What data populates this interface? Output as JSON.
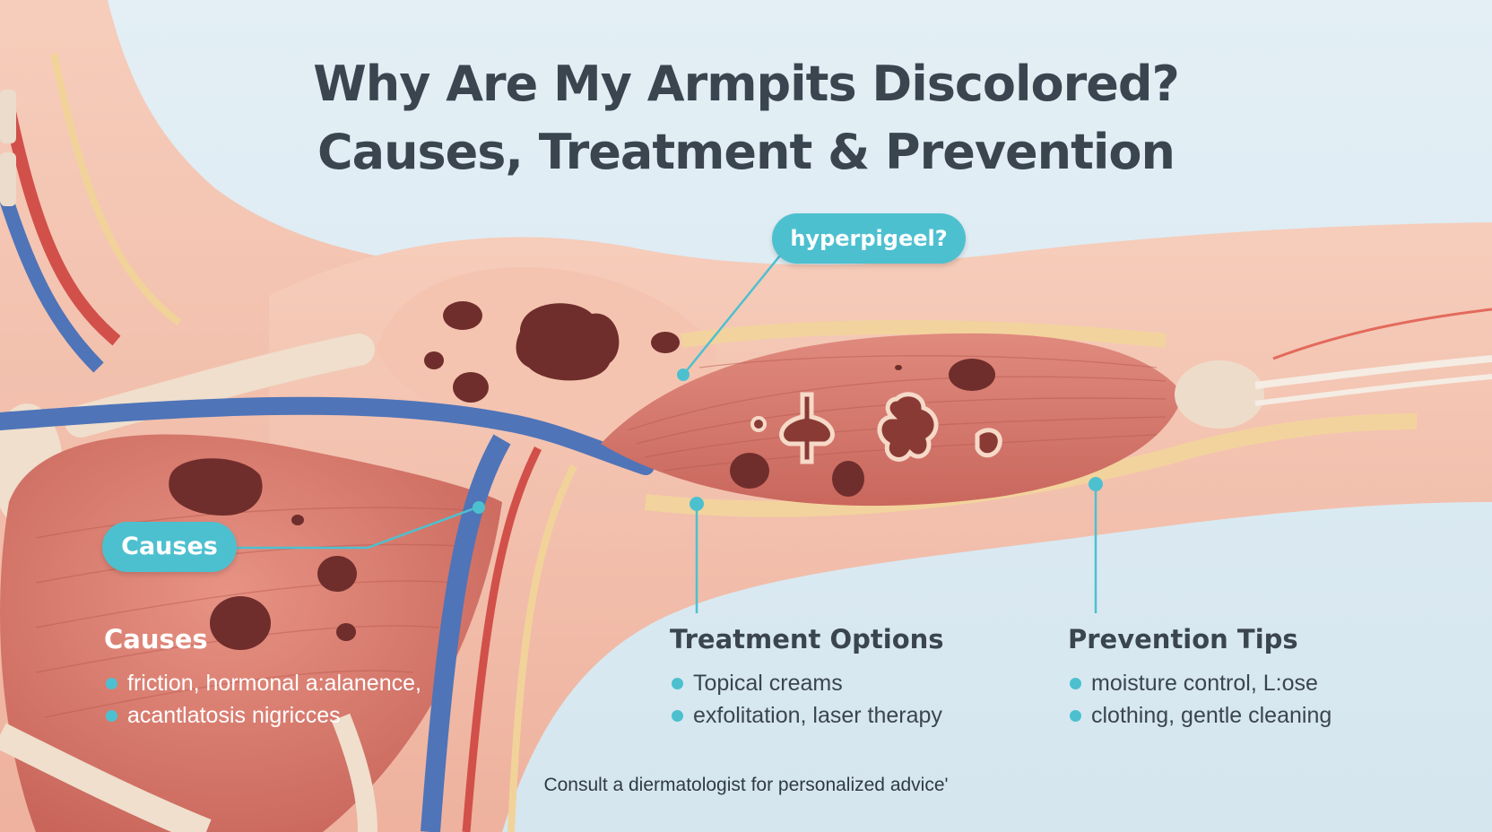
{
  "title": {
    "line1": "Why Are My Armpits Discolored?",
    "line2": "Causes, Treatment & Prevention"
  },
  "labels": {
    "hyper": "hyperpigeel?",
    "causes": "Causes"
  },
  "sections": {
    "causes": {
      "heading": "Causes",
      "items": [
        "friction, hormonal a:alanence,",
        "acantlatosis nigricces"
      ]
    },
    "treatment": {
      "heading": "Treatment Options",
      "items": [
        "Topical creams",
        "exfolitation, laser therapy"
      ]
    },
    "prevention": {
      "heading": "Prevention Tips",
      "items": [
        "moisture  control, L:ose",
        "clothing, gentle cleaning"
      ]
    }
  },
  "footer": "Consult a diermatologist for personalized advice'",
  "colors": {
    "accent": "#4dc0cf",
    "skin": "#f4c2ae",
    "muscle": "#d9786c",
    "spot": "#6f2e2c",
    "vein": "#4f74b8",
    "artery": "#d2504a",
    "background": "#dbe9f1"
  }
}
